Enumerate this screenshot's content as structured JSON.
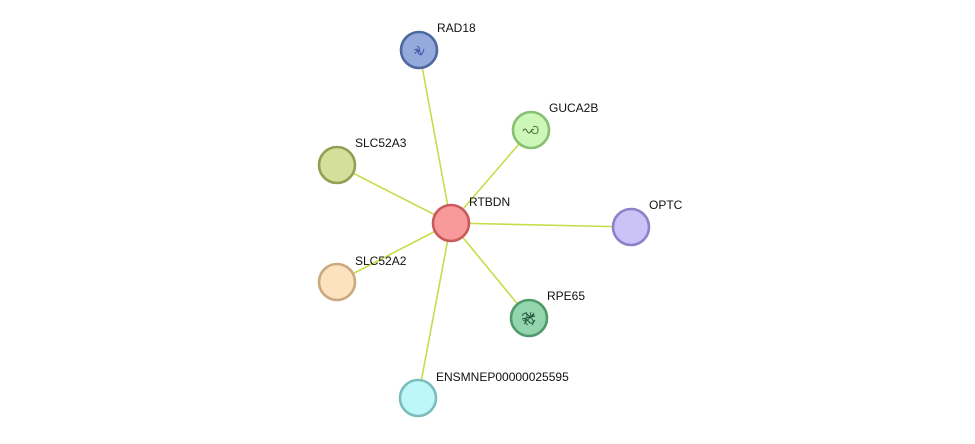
{
  "network": {
    "center": "RTBDN",
    "nodes": [
      {
        "id": "RTBDN",
        "label": "RTBDN",
        "fill": "#f99a9a",
        "stroke": "#c85a5a",
        "icon": "none"
      },
      {
        "id": "RAD18",
        "label": "RAD18",
        "fill": "#94a9dc",
        "stroke": "#4d679f",
        "icon": "protein-structure-icon"
      },
      {
        "id": "GUCA2B",
        "label": "GUCA2B",
        "fill": "#ccf7b9",
        "stroke": "#86c070",
        "icon": "protein-structure-icon"
      },
      {
        "id": "SLC52A3",
        "label": "SLC52A3",
        "fill": "#d4df99",
        "stroke": "#939e52",
        "icon": "none"
      },
      {
        "id": "OPTC",
        "label": "OPTC",
        "fill": "#cbc3f8",
        "stroke": "#8c80c8",
        "icon": "none"
      },
      {
        "id": "SLC52A2",
        "label": "SLC52A2",
        "fill": "#fde2c0",
        "stroke": "#c9a97e",
        "icon": "none"
      },
      {
        "id": "RPE65",
        "label": "RPE65",
        "fill": "#93d6ad",
        "stroke": "#4f9a6b",
        "icon": "protein-structure-icon"
      },
      {
        "id": "ENSMNEP00000025595",
        "label": "ENSMNEP00000025595",
        "fill": "#bdf7f7",
        "stroke": "#7dbcbc",
        "icon": "none"
      }
    ],
    "edges": [
      {
        "source": "RTBDN",
        "target": "RAD18"
      },
      {
        "source": "RTBDN",
        "target": "GUCA2B"
      },
      {
        "source": "RTBDN",
        "target": "SLC52A3"
      },
      {
        "source": "RTBDN",
        "target": "OPTC"
      },
      {
        "source": "RTBDN",
        "target": "SLC52A2"
      },
      {
        "source": "RTBDN",
        "target": "RPE65"
      },
      {
        "source": "RTBDN",
        "target": "ENSMNEP00000025595"
      }
    ],
    "edge_color": "#c8dc4a"
  }
}
